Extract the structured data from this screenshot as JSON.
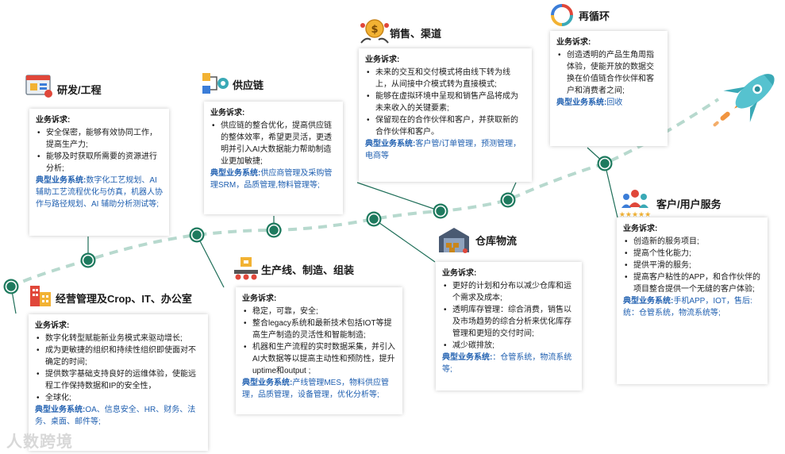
{
  "colors": {
    "path_dash": "#b7d9ce",
    "node_fill": "#1e7a5e",
    "node_ring": "#ffffff",
    "connector": "#1e6e58",
    "system_text": "#1f5fb0",
    "rocket_body": "#56c2cf",
    "rocket_accent": "#f08a2b"
  },
  "watermark": "人数跨境",
  "sections": [
    {
      "id": "rnd",
      "title": "研发/工程",
      "icon": "engineering-icon",
      "label": "业务诉求:",
      "items": [
        "安全保密，能够有效协同工作，提高生产力;",
        "能够及时获取所需要的资源进行分析;"
      ],
      "systems_label": "典型业务系统:",
      "systems": "数字化工艺规划、AI辅助工艺流程优化与仿真，机器人协作与路径规划、AI 辅助分析测试等;"
    },
    {
      "id": "supply",
      "title": "供应链",
      "icon": "supply-chain-icon",
      "label": "业务诉求:",
      "items": [
        "供应链的整合优化，提高供应链的整体效率，希望更灵活，更透明并引入AI大数据能力帮助制造业更加敏捷;"
      ],
      "systems_label": "典型业务系统:",
      "systems": "供应商管理及采购管理SRM，品质管理,物料管理等;"
    },
    {
      "id": "sales",
      "title": "销售、渠道",
      "icon": "sales-icon",
      "label": "业务诉求:",
      "items": [
        "未来的交互和交付模式将由线下转为线上，从间接中介模式转为直接模式;",
        "能够在虚拟环境中呈现和销售产品将成为未来收入的关键要素;",
        "保留现在的合作伙伴和客户，并获取新的合作伙伴和客户。"
      ],
      "systems_label": "典型业务系统:",
      "systems": "客户管/订单管理，预测管理，电商等"
    },
    {
      "id": "recycle",
      "title": "再循环",
      "icon": "recycle-icon",
      "label": "业务诉求:",
      "items": [
        "创造透明的产品生角周指体验，使能开放的数据交换在价值链合作伙伴和客户和消费者之间;"
      ],
      "systems_label": "典型业务系统:",
      "systems": "回收"
    },
    {
      "id": "admin",
      "title": "经营管理及Crop、IT、办公室",
      "icon": "office-building-icon",
      "label": "业务诉求:",
      "items": [
        "数字化转型赋能新业务模式来驱动增长;",
        "成为更敏捷的组织和持续性组织即使面对不确定的时间;",
        "提供数字基础支持良好的运维体验，使能远程工作保持数据和IP的安全性，",
        "全球化;"
      ],
      "systems_label": "典型业务系统:",
      "systems": "OA、信息安全、HR、财务、法务、桌面、邮件等;"
    },
    {
      "id": "production",
      "title": "生产线、制造、组装",
      "icon": "production-line-icon",
      "label": "业务诉求:",
      "items": [
        "稳定，可靠，安全;",
        "整合legacy系统和最新技术包括IOT等提高生产制造的灵活性和智能制造;",
        "机器和生产流程的实时数据采集，并引入AI大数据等以提高主动性和预防性，提升uptime和output ;"
      ],
      "systems_label": "典型业务系统:",
      "systems": "产线管理MES，物料供应管理，品质管理，设备管理，优化分析等;"
    },
    {
      "id": "warehouse",
      "title": "仓库物流",
      "icon": "warehouse-icon",
      "label": "业务诉求:",
      "items": [
        "更好的计划和分布以减少仓库和运个需求及成本;",
        "透明库存管理：综合消费，销售以及市场趋势的综合分析来优化库存管理和更短的交付时间;",
        "减少碳排放;"
      ],
      "systems_label": "典型业务系统:",
      "systems": "：仓管系统，物流系统等;"
    },
    {
      "id": "customer",
      "title": "客户/用户服务",
      "icon": "customer-service-icon",
      "label": "业务诉求:",
      "items": [
        "创造新的服务项目;",
        "提高个性化能力;",
        "提供平滑的服务;",
        "提高客户粘性的APP，和合作伙伴的项目整合提供一个无缝的客户体验;"
      ],
      "systems_label": "典型业务系统:",
      "systems": "手机APP，IOT，售后:统：仓管系统，物流系统等;"
    }
  ]
}
